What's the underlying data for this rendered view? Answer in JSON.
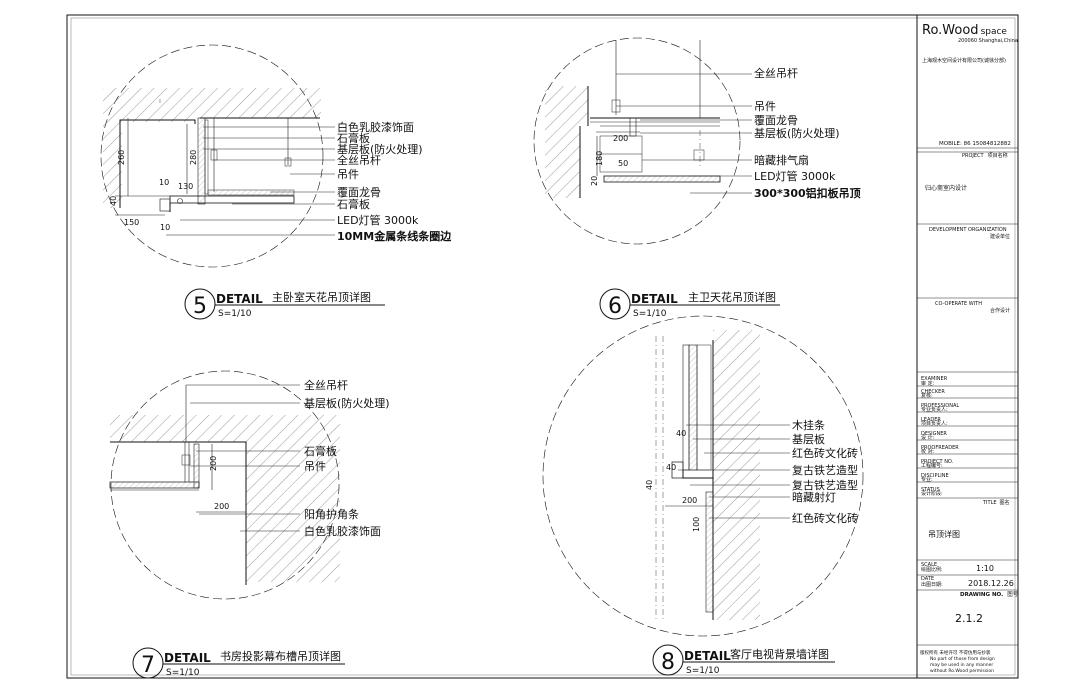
{
  "titleblock": {
    "brand_main": "Ro.Wood",
    "brand_sub": "space",
    "brand_addr": "200060 Shanghai,China",
    "company_cn": "上海观木空间设计有限公司(诚徐分部)",
    "mobile": "MOBILE: 86 15084812882",
    "project_label": "PROJECT",
    "project_label_cn": "项目名称",
    "project_name": "归心斋室内设计",
    "dev_org_label": "DEVELOPMENT ORGANIZATION",
    "dev_org_cn": "建设单位",
    "cooperate_label": "CO-OPERATE WITH",
    "cooperate_cn": "合作设计",
    "roles": [
      {
        "en": "EXAMINER",
        "cn": "审  定:"
      },
      {
        "en": "CHECKER",
        "cn": "复核:"
      },
      {
        "en": "PROFESSIONAL",
        "cn": "专业负责人:"
      },
      {
        "en": "LEADER",
        "cn": "项目负责人:"
      },
      {
        "en": "DESIGNER",
        "cn": "设  计:"
      },
      {
        "en": "PROOFREADER",
        "cn": "校  对:"
      },
      {
        "en": "PROJECT NO.",
        "cn": "工程编号:"
      },
      {
        "en": "DISCIPLINE",
        "cn": "专业:"
      },
      {
        "en": "STATUS",
        "cn": "设计阶段:"
      }
    ],
    "title_label": "TITLE",
    "title_label_cn": "图名",
    "title_value": "吊顶详图",
    "scale_label": "SCALE",
    "scale_label_cn": "绘图比例:",
    "scale_value": "1:10",
    "date_label": "DATE",
    "date_label_cn": "出图日期:",
    "date_value": "2018.12.26",
    "drawing_no_label": "DRAWING NO.",
    "drawing_no_cn": "图号",
    "drawing_no_value": "2.1.2",
    "note_cn": "版权所有  未经许可  不得仿用与抄袭",
    "note_en1": "No part of  those from design",
    "note_en2": "may be used in any manner",
    "note_en3": "without Ro.Wood permission"
  },
  "details": [
    {
      "number": "5",
      "word": "DETAIL",
      "title": "主卧室天花吊顶详图",
      "scale": "S=1/10",
      "labels": [
        "白色乳胶漆饰面",
        "石膏板",
        "基层板(防火处理)",
        "全丝吊杆",
        "吊件",
        "覆面龙骨",
        "石膏板",
        "LED灯管  3000k",
        "10MM金属条线条圈边"
      ],
      "dims": [
        "260",
        "280",
        "10",
        "130",
        "40",
        "150",
        "10"
      ]
    },
    {
      "number": "6",
      "word": "DETAIL",
      "title": "主卫天花吊顶详图",
      "scale": "S=1/10",
      "labels": [
        "全丝吊杆",
        "吊件",
        "覆面龙骨",
        "基层板(防火处理)",
        "暗藏排气扇",
        "LED灯管  3000k",
        "300*300铝扣板吊顶"
      ],
      "dims": [
        "200",
        "180",
        "50",
        "20"
      ]
    },
    {
      "number": "7",
      "word": "DETAIL",
      "title": "书房投影幕布槽吊顶详图",
      "scale": "S=1/10",
      "labels": [
        "全丝吊杆",
        "基层板(防火处理)",
        "石膏板",
        "吊件",
        "阳角护角条",
        "白色乳胶漆饰面"
      ],
      "dims": [
        "200",
        "200"
      ]
    },
    {
      "number": "8",
      "word": "DETAIL",
      "title": "客厅电视背景墙详图",
      "scale": "S=1/10",
      "labels": [
        "木挂条",
        "基层板",
        "红色砖文化砖",
        "复古铁艺造型",
        "复古铁艺造型",
        "暗藏射灯",
        "红色砖文化砖"
      ],
      "dims": [
        "40",
        "40",
        "40",
        "200",
        "100"
      ]
    }
  ]
}
